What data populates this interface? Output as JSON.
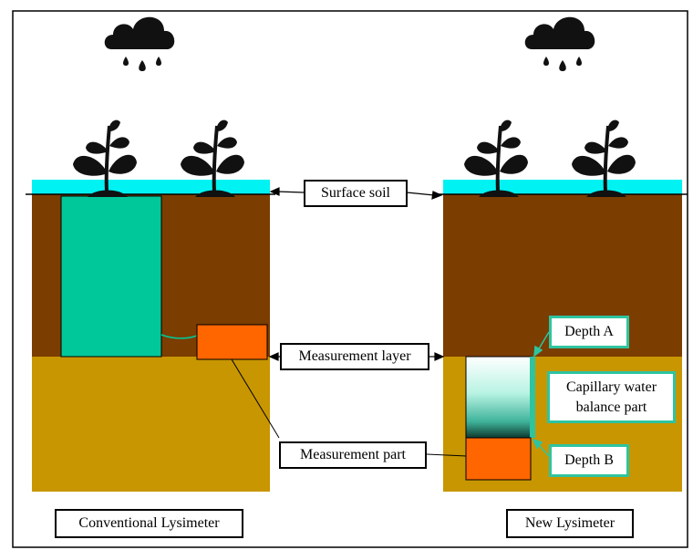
{
  "labels": {
    "surface_soil": "Surface soil",
    "measurement_layer": "Measurement layer",
    "measurement_part": "Measurement part",
    "depth_a": "Depth A",
    "depth_b": "Depth B",
    "capillary_line1": "Capillary water",
    "capillary_line2": "balance part",
    "conventional": "Conventional Lysimeter",
    "new": "New Lysimeter"
  },
  "colors": {
    "water": "#00f2f2",
    "topsoil": "#7b3d00",
    "subsoil": "#c89600",
    "conventional_column": "#00c89a",
    "measurement_part": "#ff6600",
    "depth_marker": "#2ec4a0"
  },
  "icons": {
    "rain": "rain-cloud-icon",
    "plant": "seedling-icon"
  }
}
